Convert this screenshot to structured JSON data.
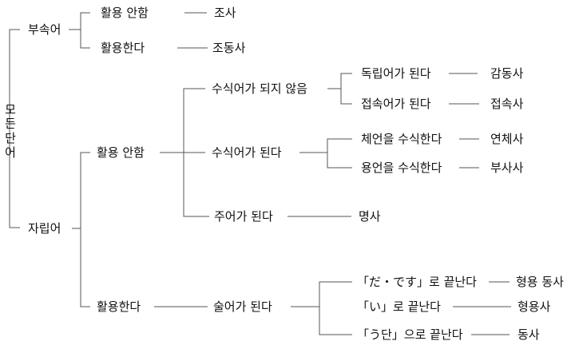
{
  "tree": {
    "root": "모든단어",
    "dependent": {
      "label": "부속어",
      "uninflected": {
        "label": "활용 안함",
        "result": "조사"
      },
      "inflected": {
        "label": "활용한다",
        "result": "조동사"
      }
    },
    "independent": {
      "label": "자립어",
      "uninflected": {
        "label": "활용 안함",
        "non_modifier": {
          "label": "수식어가 되지 않음",
          "standalone": {
            "label": "독립어가 된다",
            "result": "감동사"
          },
          "conjunctive": {
            "label": "접속어가 된다",
            "result": "접속사"
          }
        },
        "modifier": {
          "label": "수식어가 된다",
          "noun_mod": {
            "label": "체언을 수식한다",
            "result": "연체사"
          },
          "verb_mod": {
            "label": "용언을 수식한다",
            "result": "부사사"
          }
        },
        "subject": {
          "label": "주어가 된다",
          "result": "명사"
        }
      },
      "inflected": {
        "label": "활용한다",
        "predicate": {
          "label": "술어가 된다",
          "da_desu": {
            "label": "「だ・です」로 끝난다",
            "result": "형용 동사"
          },
          "i_end": {
            "label": "「い」로 끝난다",
            "result": "형용사"
          },
          "u_end": {
            "label": "「う단」으로 끝난다",
            "result": "동사"
          }
        }
      }
    }
  },
  "colors": {
    "line": "#555555",
    "text": "#111111"
  }
}
